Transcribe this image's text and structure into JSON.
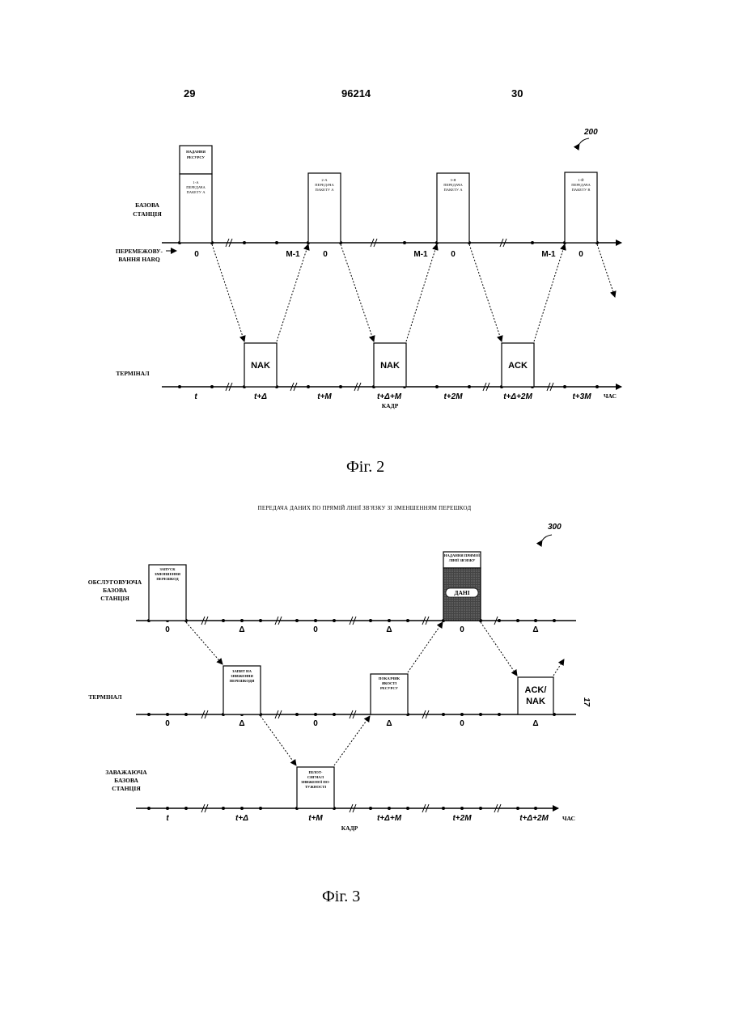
{
  "header": {
    "left_page": "29",
    "doc_number": "96214",
    "right_page": "30"
  },
  "fig2": {
    "ref": "200",
    "caption": "Фіг. 2",
    "base_label": [
      "БАЗОВА",
      "СТАНЦІЯ"
    ],
    "harq_label": [
      "ПЕРЕМЕЖОВУ-",
      "ВАННЯ HARQ"
    ],
    "terminal_label": "ТЕРМІНАЛ",
    "top_box_header": [
      "НАДАННЯ",
      "РЕСУРСУ"
    ],
    "top_boxes": [
      [
        "1-А",
        "ПЕРЕДАЧА",
        "ПАКЕТУ А"
      ],
      [
        "2-А",
        "ПЕРЕДАЧА",
        "ПАКЕТУ А"
      ],
      [
        "3-Я",
        "ПЕРЕДАЧА",
        "ПАКЕТУ А"
      ],
      [
        "1-Й",
        "ПЕРЕДАЧА",
        "ПАКЕТУ В"
      ]
    ],
    "top_ticks": {
      "zero": "0",
      "m1": "M-1"
    },
    "bottom_boxes": [
      "NAK",
      "NAK",
      "ACK"
    ],
    "bottom_ticks": [
      "t",
      "t+Δ",
      "t+M",
      "t+Δ+M",
      "t+2M",
      "t+Δ+2M",
      "t+3M"
    ],
    "time_label": "ЧАС",
    "frame_label": "КАДР"
  },
  "fig3": {
    "ref": "300",
    "title": "ПЕРЕДАЧА ДАНИХ ПО ПРЯМІЙ ЛІНІЇ ЗВ'ЯЗКУ ЗІ ЗМЕНШЕННЯМ ПЕРЕШКОД",
    "caption": "Фіг. 3",
    "serving_label": [
      "ОБСЛУГОВУЮЧА",
      "БАЗОВА",
      "СТАНЦІЯ"
    ],
    "terminal_label": "ТЕРМІНАЛ",
    "interfering_label": [
      "ЗАВАЖАЮЧА",
      "БАЗОВА",
      "СТАНЦІЯ"
    ],
    "box_start": [
      "ЗАПУСК",
      "ЗМЕНШЕННЯ",
      "ПЕРЕШКОД"
    ],
    "box_request": [
      "ЗАПИТ НА",
      "ЗНИЖЕННЯ",
      "ПЕРЕШКОДИ"
    ],
    "box_quality": [
      "ПОКАЗЧИК",
      "ЯКОСТІ",
      "РЕСУРСУ"
    ],
    "box_pilot": [
      "ПІЛОТ-",
      "СИГНАЛ",
      "ЗНИЖЕНОЇ ПО-",
      "ТУЖНОСТІ"
    ],
    "box_grant_header": [
      "НАДАННЯ ПРЯМОЇ",
      "ЛІНІЇ ЗВ'ЯЗКУ"
    ],
    "box_data": "ДАНІ",
    "box_ack": [
      "ACK/",
      "NAK"
    ],
    "tick_zero": "0",
    "tick_delta": "Δ",
    "bottom_ticks": [
      "t",
      "t+Δ",
      "t+M",
      "t+Δ+M",
      "t+2M",
      "t+Δ+2M"
    ],
    "time_label": "ЧАС",
    "frame_label": "КАДР",
    "side_mark": "17"
  }
}
